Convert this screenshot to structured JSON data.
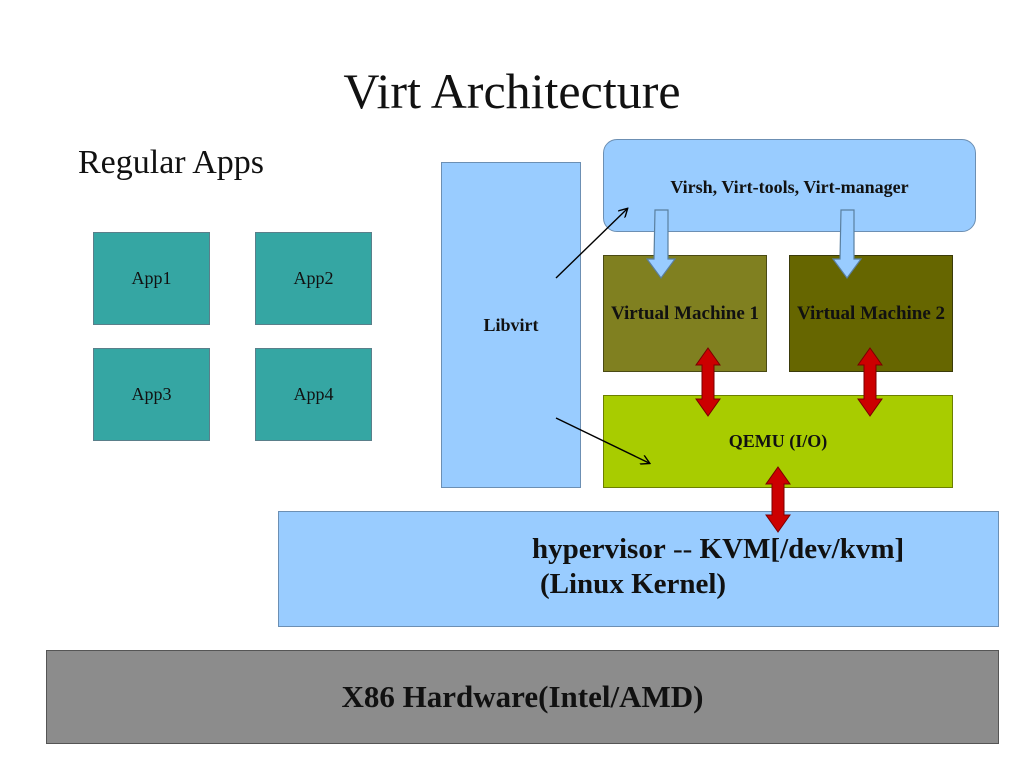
{
  "title": "Virt Architecture",
  "subtitle": "Regular Apps",
  "apps": [
    "App1",
    "App2",
    "App3",
    "App4"
  ],
  "libvirt": "Libvirt",
  "tools": "Virsh, Virt-tools, Virt-manager",
  "vm1": "Virtual Machine 1",
  "vm2": "Virtual Machine 2",
  "qemu": "QEMU (I/O)",
  "hypervisor": {
    "line1_a": "hypervisor",
    "line1_dash": " -- ",
    "line1_b": "KVM[/dev/kvm]",
    "line2": "(Linux Kernel)"
  },
  "hardware": "X86 Hardware(Intel/AMD)",
  "colors": {
    "app": "#35a6a3",
    "light_blue": "#99ccff",
    "vm1": "#808020",
    "vm2": "#666600",
    "qemu": "#a8cc00",
    "hardware": "#8c8c8c",
    "double_arrow": "#cc0000"
  }
}
